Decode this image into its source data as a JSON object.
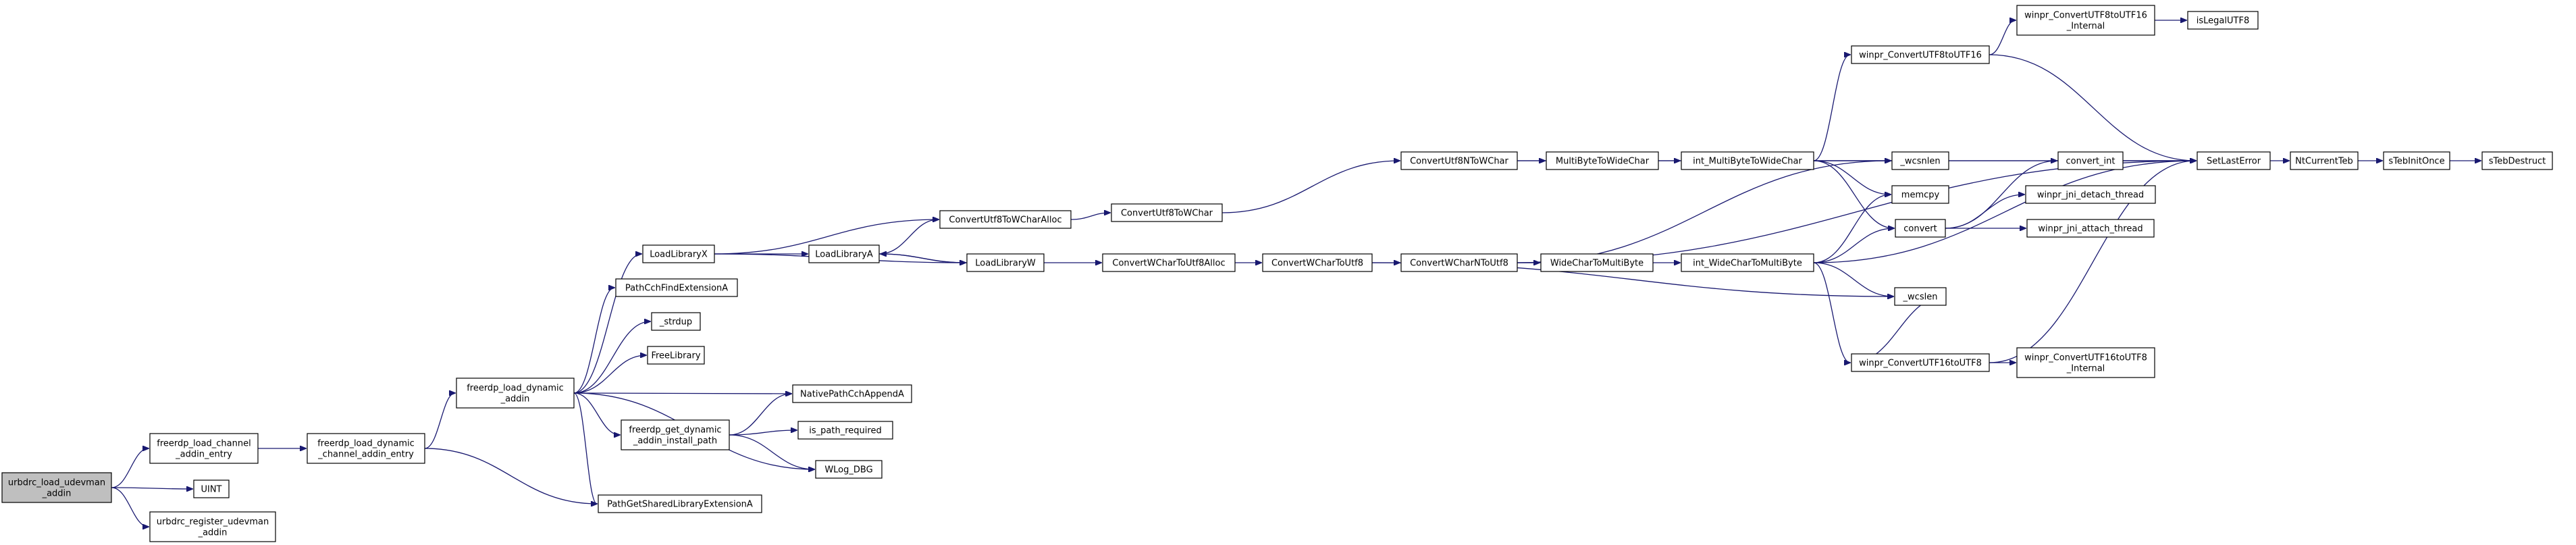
{
  "colors": {
    "edge": "#191970",
    "node_border": "#000000",
    "root_fill": "#bfbfbf",
    "node_fill": "#ffffff"
  },
  "nodes": [
    {
      "id": "n_root",
      "lines": [
        "urbdrc_load_udevman",
        "_addin"
      ],
      "root": true
    },
    {
      "id": "n_load_channel",
      "lines": [
        "freerdp_load_channel",
        "_addin_entry"
      ]
    },
    {
      "id": "n_uint",
      "lines": [
        "UINT"
      ]
    },
    {
      "id": "n_register",
      "lines": [
        "urbdrc_register_udevman",
        "_addin"
      ]
    },
    {
      "id": "n_load_dyn_channel",
      "lines": [
        "freerdp_load_dynamic",
        "_channel_addin_entry"
      ]
    },
    {
      "id": "n_load_dyn",
      "lines": [
        "freerdp_load_dynamic",
        "_addin"
      ]
    },
    {
      "id": "n_loadlibx",
      "lines": [
        "LoadLibraryX"
      ]
    },
    {
      "id": "n_pathcch_find",
      "lines": [
        "PathCchFindExtensionA"
      ]
    },
    {
      "id": "n_strdup",
      "lines": [
        "_strdup"
      ]
    },
    {
      "id": "n_freelib",
      "lines": [
        "FreeLibrary"
      ]
    },
    {
      "id": "n_get_install",
      "lines": [
        "freerdp_get_dynamic",
        "_addin_install_path"
      ]
    },
    {
      "id": "n_pathget_shared",
      "lines": [
        "PathGetSharedLibraryExtensionA"
      ]
    },
    {
      "id": "n_loadliba",
      "lines": [
        "LoadLibraryA"
      ]
    },
    {
      "id": "n_native_append",
      "lines": [
        "NativePathCchAppendA"
      ]
    },
    {
      "id": "n_is_path_req",
      "lines": [
        "is_path_required"
      ]
    },
    {
      "id": "n_wlog",
      "lines": [
        "WLog_DBG"
      ]
    },
    {
      "id": "n_cvt_u8_wcalloc",
      "lines": [
        "ConvertUtf8ToWCharAlloc"
      ]
    },
    {
      "id": "n_loadlibw",
      "lines": [
        "LoadLibraryW"
      ]
    },
    {
      "id": "n_cvt_u8_wchar",
      "lines": [
        "ConvertUtf8ToWChar"
      ]
    },
    {
      "id": "n_cvt_wc_u8alloc",
      "lines": [
        "ConvertWCharToUtf8Alloc"
      ]
    },
    {
      "id": "n_cvt_u8n_wchar",
      "lines": [
        "ConvertUtf8NToWChar"
      ]
    },
    {
      "id": "n_cvt_wc_u8",
      "lines": [
        "ConvertWCharToUtf8"
      ]
    },
    {
      "id": "n_mb2wc",
      "lines": [
        "MultiByteToWideChar"
      ]
    },
    {
      "id": "n_cvt_wcn_u8",
      "lines": [
        "ConvertWCharNToUtf8"
      ]
    },
    {
      "id": "n_wc2mb",
      "lines": [
        "WideCharToMultiByte"
      ]
    },
    {
      "id": "n_int_mb2wc",
      "lines": [
        "int_MultiByteToWideChar"
      ]
    },
    {
      "id": "n_int_wc2mb",
      "lines": [
        "int_WideCharToMultiByte"
      ]
    },
    {
      "id": "n_winpr_u8_u16",
      "lines": [
        "winpr_ConvertUTF8toUTF16"
      ]
    },
    {
      "id": "n_winpr_u8_u16_int",
      "lines": [
        "winpr_ConvertUTF8toUTF16",
        "_Internal"
      ]
    },
    {
      "id": "n_islegal",
      "lines": [
        "isLegalUTF8"
      ]
    },
    {
      "id": "n_wcsnlen",
      "lines": [
        "_wcsnlen"
      ]
    },
    {
      "id": "n_memcpy",
      "lines": [
        "memcpy"
      ]
    },
    {
      "id": "n_convert",
      "lines": [
        "convert"
      ]
    },
    {
      "id": "n_wcslen",
      "lines": [
        "_wcslen"
      ]
    },
    {
      "id": "n_winpr_u16_u8",
      "lines": [
        "winpr_ConvertUTF16toUTF8"
      ]
    },
    {
      "id": "n_winpr_u16_u8_int",
      "lines": [
        "winpr_ConvertUTF16toUTF8",
        "_Internal"
      ]
    },
    {
      "id": "n_convert_int",
      "lines": [
        "convert_int"
      ]
    },
    {
      "id": "n_jni_detach",
      "lines": [
        "winpr_jni_detach_thread"
      ]
    },
    {
      "id": "n_jni_attach",
      "lines": [
        "winpr_jni_attach_thread"
      ]
    },
    {
      "id": "n_setlasterror",
      "lines": [
        "SetLastError"
      ]
    },
    {
      "id": "n_ntcurrentteb",
      "lines": [
        "NtCurrentTeb"
      ]
    },
    {
      "id": "n_steb_init",
      "lines": [
        "sTebInitOnce"
      ]
    },
    {
      "id": "n_steb_destruct",
      "lines": [
        "sTebDestruct"
      ]
    }
  ]
}
